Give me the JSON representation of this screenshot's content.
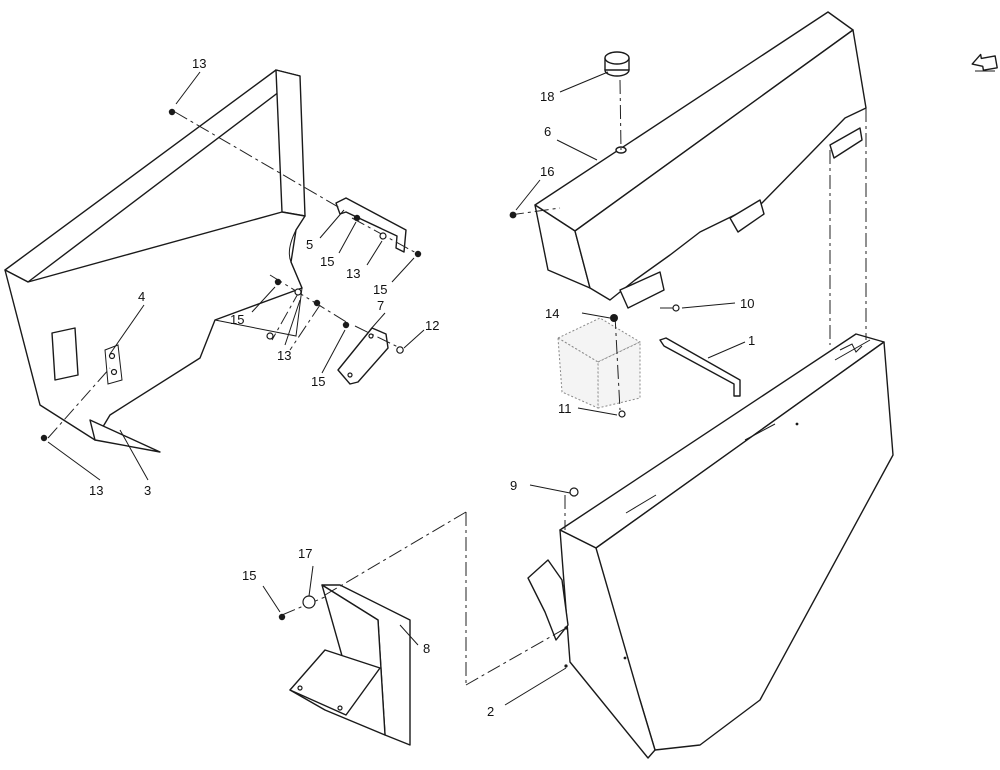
{
  "callouts": {
    "c1": "1",
    "c2": "2",
    "c3": "3",
    "c4": "4",
    "c5": "5",
    "c6": "6",
    "c7": "7",
    "c8": "8",
    "c9": "9",
    "c10": "10",
    "c11": "11",
    "c12": "12",
    "c13a": "13",
    "c13b": "13",
    "c13c": "13",
    "c13d": "13",
    "c14": "14",
    "c15a": "15",
    "c15b": "15",
    "c15c": "15",
    "c15d": "15",
    "c15e": "15",
    "c16": "16",
    "c17": "17",
    "c18": "18"
  },
  "icons": {
    "corner": "return-arrow-icon"
  }
}
